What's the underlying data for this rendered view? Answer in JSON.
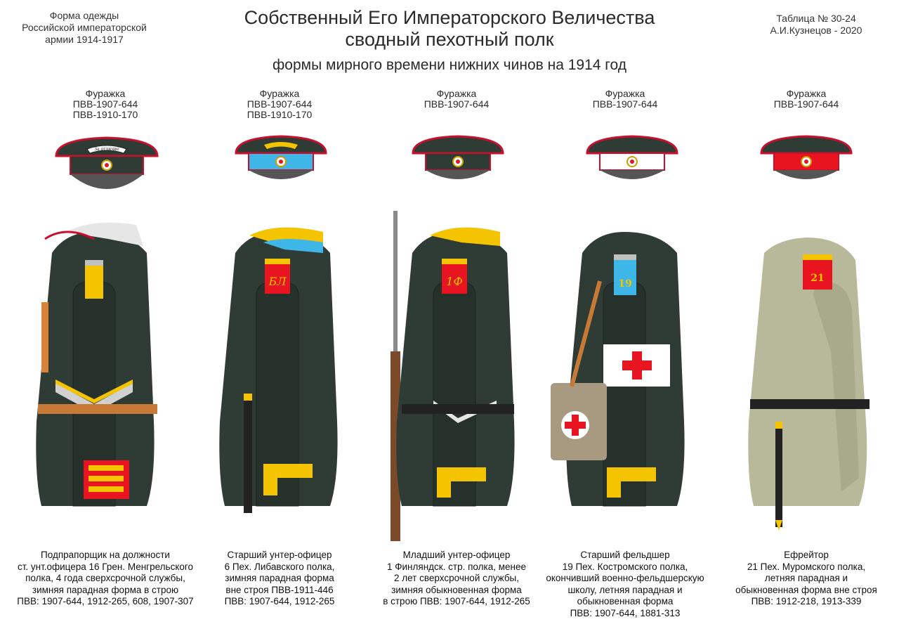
{
  "header": {
    "left": [
      "Форма одежды",
      "Российской императорской",
      "армии  1914-1917"
    ],
    "right": [
      "Таблица № 30-24",
      "А.И.Кузнецов - 2020"
    ],
    "title_line1": "Собственный Его Императорского Величества",
    "title_line2": "сводный пехотный полк",
    "subtitle": "формы мирного времени нижних чинов  на 1914 год"
  },
  "colors": {
    "uniform_green": "#2f3b35",
    "piping_red": "#c8102e",
    "cap_band_white": "#ffffff",
    "cap_band_blue": "#3fb6e8",
    "cap_band_red": "#e8141f",
    "khaki": "#b8b99a",
    "galloon_yellow": "#f5c400"
  },
  "figures": [
    {
      "cap_label": [
        "Фуражка",
        "ПВВ-1907-644",
        "ПВВ-1910-170"
      ],
      "cap_ribbon": "За отличие",
      "caption": [
        "Подпрапорщик на должности",
        "ст. унт.офицера 16 Грен. Менгрельского",
        "полка, 4 года сверхсрочной службы,",
        "зимняя парадная форма в строю",
        "ПВВ: 1907-644, 1912-265, 608, 1907-307"
      ]
    },
    {
      "cap_label": [
        "Фуражка",
        "ПВВ-1907-644",
        "ПВВ-1910-170"
      ],
      "shoulder_text": "БЛ",
      "caption": [
        "Старший унтер-офицер",
        "6 Пех. Либавского полка,",
        "зимняя парадная форма",
        "вне строя ПВВ-1911-446",
        "ПВВ: 1907-644, 1912-265"
      ]
    },
    {
      "cap_label": [
        "Фуражка",
        "ПВВ-1907-644"
      ],
      "shoulder_text": "1Ф",
      "caption": [
        "Младший унтер-офицер",
        "1 Финляндск. стр. полка, менее",
        "2 лет сверхсрочной службы,",
        "зимняя обыкновенная форма",
        "в строю  ПВВ: 1907-644, 1912-265"
      ]
    },
    {
      "cap_label": [
        "Фуражка",
        "ПВВ-1907-644"
      ],
      "shoulder_text": "19",
      "caption": [
        "Старший фельдшер",
        "19 Пех. Костромского полка,",
        "окончивший военно-фельдшерскую",
        "школу, летняя парадная и",
        "обыкновенная форма",
        "ПВВ: 1907-644, 1881-313"
      ]
    },
    {
      "cap_label": [
        "Фуражка",
        "ПВВ-1907-644"
      ],
      "shoulder_text": "21",
      "caption": [
        "Ефрейтор",
        "21 Пех. Муромского полка,",
        "летняя парадная и",
        "обыкновенная форма вне строя",
        "ПВВ: 1912-218, 1913-339"
      ]
    }
  ]
}
